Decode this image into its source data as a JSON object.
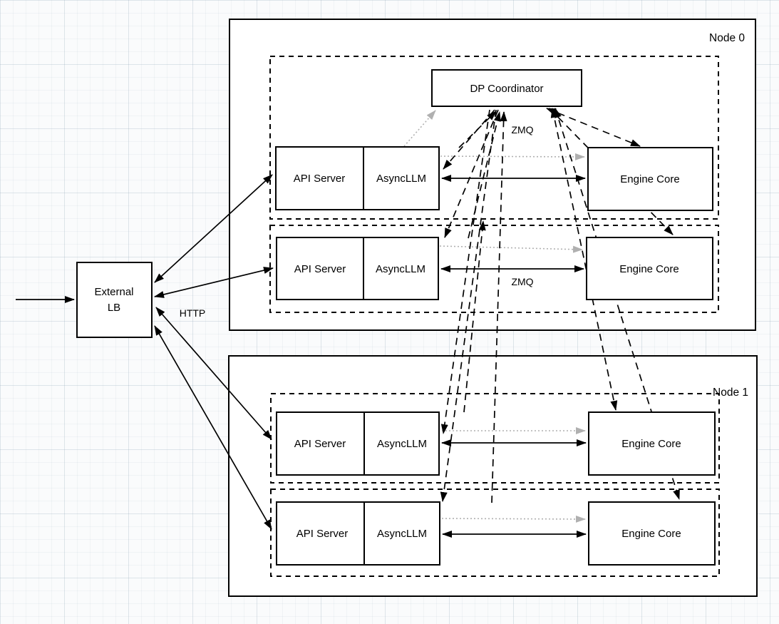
{
  "diagram": {
    "type": "architecture-diagram",
    "external_lb": {
      "line1": "External",
      "line2": "LB"
    },
    "edge_labels": {
      "http": "HTTP",
      "zmq_coordinator": "ZMQ",
      "zmq_row": "ZMQ"
    },
    "coordinator": {
      "label": "DP Coordinator"
    },
    "node0": {
      "label": "Node 0",
      "rows": [
        {
          "api": "API Server",
          "async": "AsyncLLM",
          "engine": "Engine Core"
        },
        {
          "api": "API Server",
          "async": "AsyncLLM",
          "engine": "Engine Core"
        }
      ]
    },
    "node1": {
      "label": "Node 1",
      "rows": [
        {
          "api": "API Server",
          "async": "AsyncLLM",
          "engine": "Engine Core"
        },
        {
          "api": "API Server",
          "async": "AsyncLLM",
          "engine": "Engine Core"
        }
      ]
    },
    "colors": {
      "stroke": "#000000",
      "gray_arrow": "#b0b0b0",
      "box_fill": "#ffffff"
    }
  }
}
